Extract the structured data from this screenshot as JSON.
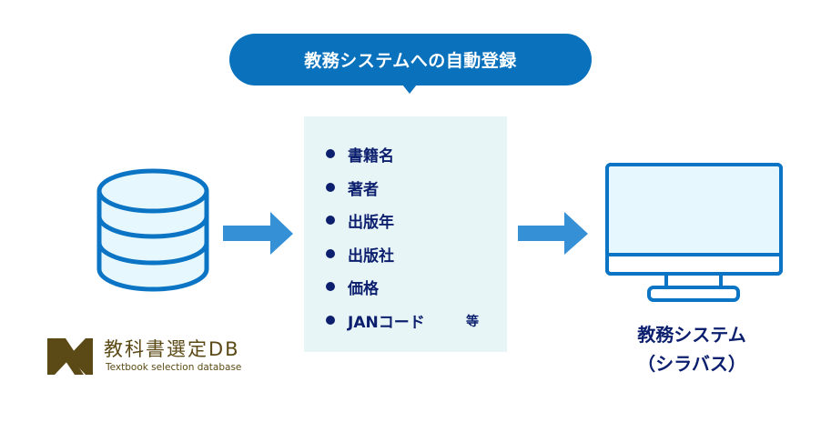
{
  "bubble": {
    "label": "教務システムへの自動登録"
  },
  "fields_list": {
    "items": [
      {
        "label": "書籍名"
      },
      {
        "label": "著者"
      },
      {
        "label": "出版年"
      },
      {
        "label": "出版社"
      },
      {
        "label": "価格"
      },
      {
        "label": "JANコード"
      }
    ],
    "etc_label": "等"
  },
  "source": {
    "icon": "database-icon",
    "logo_title": "教科書選定DB",
    "logo_subtitle": "Textbook selection database"
  },
  "target": {
    "icon": "monitor-icon",
    "label_line1": "教務システム",
    "label_line2": "（シラバス）"
  },
  "colors": {
    "bubble": "#0a72bd",
    "arrow": "#3590d6",
    "icon_stroke": "#0b74c4",
    "icon_fill": "#e6f8fd",
    "list_bg": "#e8f5f7",
    "text_navy": "#0c1f6e",
    "logo_brown": "#5c4a16"
  }
}
